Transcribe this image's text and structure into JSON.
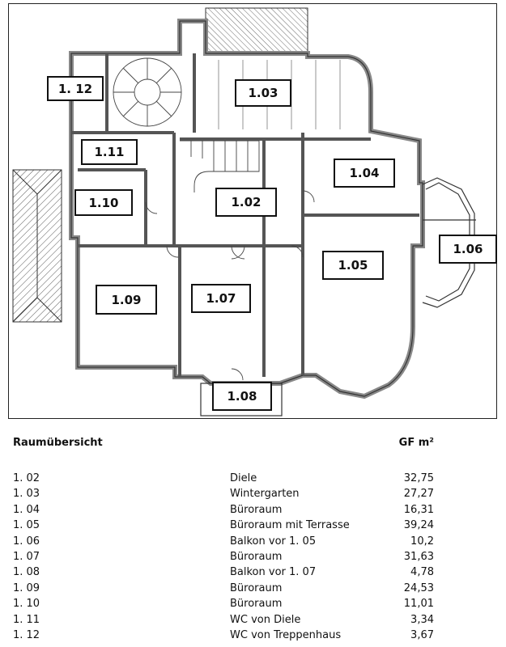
{
  "rooms": [
    {
      "id": "1.02",
      "label": "1.02"
    },
    {
      "id": "1.03",
      "label": "1.03"
    },
    {
      "id": "1.04",
      "label": "1.04"
    },
    {
      "id": "1.05",
      "label": "1.05"
    },
    {
      "id": "1.06",
      "label": "1.06"
    },
    {
      "id": "1.07",
      "label": "1.07"
    },
    {
      "id": "1.08",
      "label": "1.08"
    },
    {
      "id": "1.09",
      "label": "1.09"
    },
    {
      "id": "1.10",
      "label": "1.10"
    },
    {
      "id": "1.11",
      "label": "1.11"
    },
    {
      "id": "1.12",
      "label": "1. 12"
    }
  ],
  "summary": {
    "title": "Raumübersicht",
    "unit_header": "GF m²",
    "rows": [
      {
        "num": "1. 02",
        "name": "Diele",
        "area": "32,75"
      },
      {
        "num": "1. 03",
        "name": "Wintergarten",
        "area": "27,27"
      },
      {
        "num": "1. 04",
        "name": "Büroraum",
        "area": "16,31"
      },
      {
        "num": "1. 05",
        "name": "Büroraum mit Terrasse",
        "area": "39,24"
      },
      {
        "num": "1. 06",
        "name": "Balkon vor 1. 05",
        "area": "10,2"
      },
      {
        "num": "1. 07",
        "name": "Büroraum",
        "area": "31,63"
      },
      {
        "num": "1. 08",
        "name": "Balkon vor 1. 07",
        "area": "4,78"
      },
      {
        "num": "1. 09",
        "name": "Büroraum",
        "area": "24,53"
      },
      {
        "num": "1. 10",
        "name": "Büroraum",
        "area": "11,01"
      },
      {
        "num": "1. 11",
        "name": "WC von Diele",
        "area": "3,34"
      },
      {
        "num": "1. 12",
        "name": "WC von Treppenhaus",
        "area": "3,67"
      }
    ]
  }
}
